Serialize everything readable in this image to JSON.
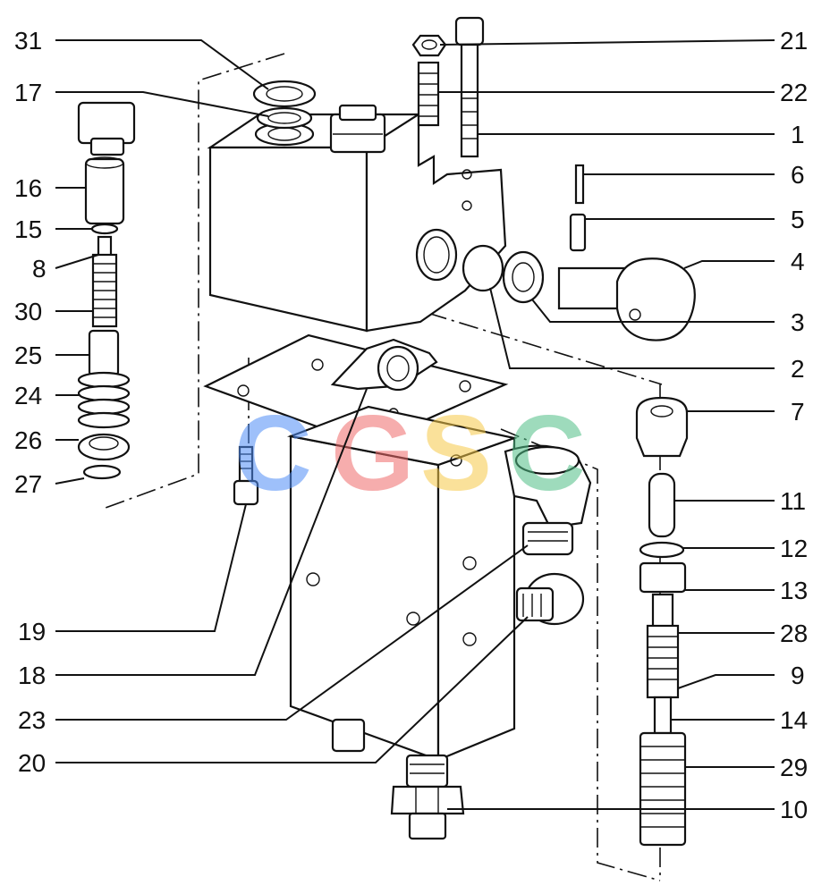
{
  "watermark": {
    "letters": [
      {
        "char": "C",
        "color": "#4f8ef7"
      },
      {
        "char": "G",
        "color": "#f06b6b"
      },
      {
        "char": "S",
        "color": "#f7c948"
      },
      {
        "char": "C",
        "color": "#4fbf86"
      }
    ]
  },
  "callouts_left": [
    {
      "id": "31",
      "text": "31"
    },
    {
      "id": "17",
      "text": "17"
    },
    {
      "id": "16",
      "text": "16"
    },
    {
      "id": "15",
      "text": "15"
    },
    {
      "id": "8",
      "text": "8"
    },
    {
      "id": "30",
      "text": "30"
    },
    {
      "id": "25",
      "text": "25"
    },
    {
      "id": "24",
      "text": "24"
    },
    {
      "id": "26",
      "text": "26"
    },
    {
      "id": "27",
      "text": "27"
    },
    {
      "id": "19",
      "text": "19"
    },
    {
      "id": "18",
      "text": "18"
    },
    {
      "id": "23",
      "text": "23"
    },
    {
      "id": "20",
      "text": "20"
    }
  ],
  "callouts_right": [
    {
      "id": "21",
      "text": "21"
    },
    {
      "id": "22",
      "text": "22"
    },
    {
      "id": "1",
      "text": "1"
    },
    {
      "id": "6",
      "text": "6"
    },
    {
      "id": "5",
      "text": "5"
    },
    {
      "id": "4",
      "text": "4"
    },
    {
      "id": "3",
      "text": "3"
    },
    {
      "id": "2",
      "text": "2"
    },
    {
      "id": "7",
      "text": "7"
    },
    {
      "id": "11",
      "text": "11"
    },
    {
      "id": "12",
      "text": "12"
    },
    {
      "id": "13",
      "text": "13"
    },
    {
      "id": "28",
      "text": "28"
    },
    {
      "id": "9",
      "text": "9"
    },
    {
      "id": "14",
      "text": "14"
    },
    {
      "id": "29",
      "text": "29"
    },
    {
      "id": "10",
      "text": "10"
    }
  ]
}
